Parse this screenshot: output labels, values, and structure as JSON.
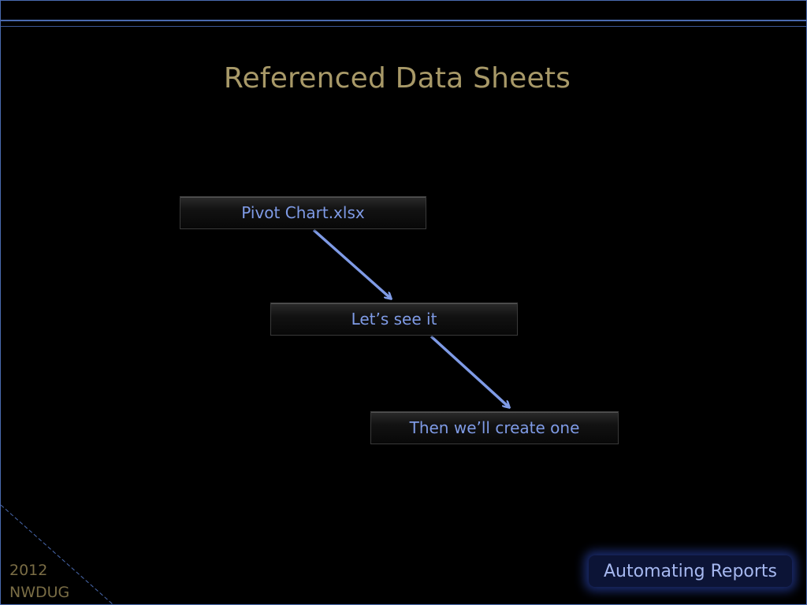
{
  "slide": {
    "title": "Referenced Data Sheets",
    "flow_steps": [
      {
        "label": "Pivot Chart.xlsx"
      },
      {
        "label": "Let’s see it"
      },
      {
        "label": "Then we’ll create one"
      }
    ],
    "footer": {
      "year": "2012",
      "org": "NWDUG",
      "badge": "Automating Reports"
    }
  },
  "colors": {
    "title": "#a89968",
    "step_text": "#7f9be6",
    "arrow": "#7f9be6",
    "frame": "#4a6ab0",
    "footer_text": "#7a6d45"
  }
}
